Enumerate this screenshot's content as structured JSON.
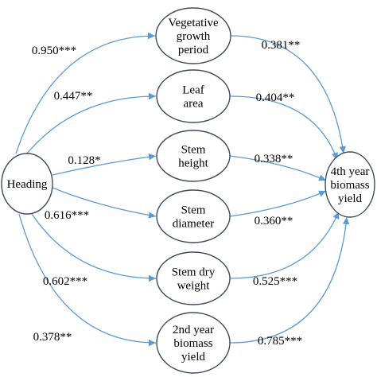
{
  "source": {
    "label": "Heading"
  },
  "target": {
    "lines": [
      "4th year",
      "biomass",
      "yield"
    ]
  },
  "intermediates": [
    {
      "id": "vegetative-growth-period",
      "lines": [
        "Vegetative",
        "growth",
        "period"
      ],
      "coef_in": "0.950***",
      "coef_out": "0.381**"
    },
    {
      "id": "leaf-area",
      "lines": [
        "Leaf",
        "area"
      ],
      "coef_in": "0.447**",
      "coef_out": "0.404**"
    },
    {
      "id": "stem-height",
      "lines": [
        "Stem",
        "height"
      ],
      "coef_in": "0.128*",
      "coef_out": "0.338**"
    },
    {
      "id": "stem-diameter",
      "lines": [
        "Stem",
        "diameter"
      ],
      "coef_in": "0.616***",
      "coef_out": "0.360**"
    },
    {
      "id": "stem-dry-weight",
      "lines": [
        "Stem dry",
        "weight"
      ],
      "coef_in": "0.602***",
      "coef_out": "0.525***"
    },
    {
      "id": "2nd-year-biomass-yield",
      "lines": [
        "2nd year",
        "biomass",
        "yield"
      ],
      "coef_in": "0.378**",
      "coef_out": "0.785***"
    }
  ],
  "colors": {
    "edge": "#5b9bd5",
    "node_stroke": "#3f4b5c",
    "text": "#000000"
  }
}
